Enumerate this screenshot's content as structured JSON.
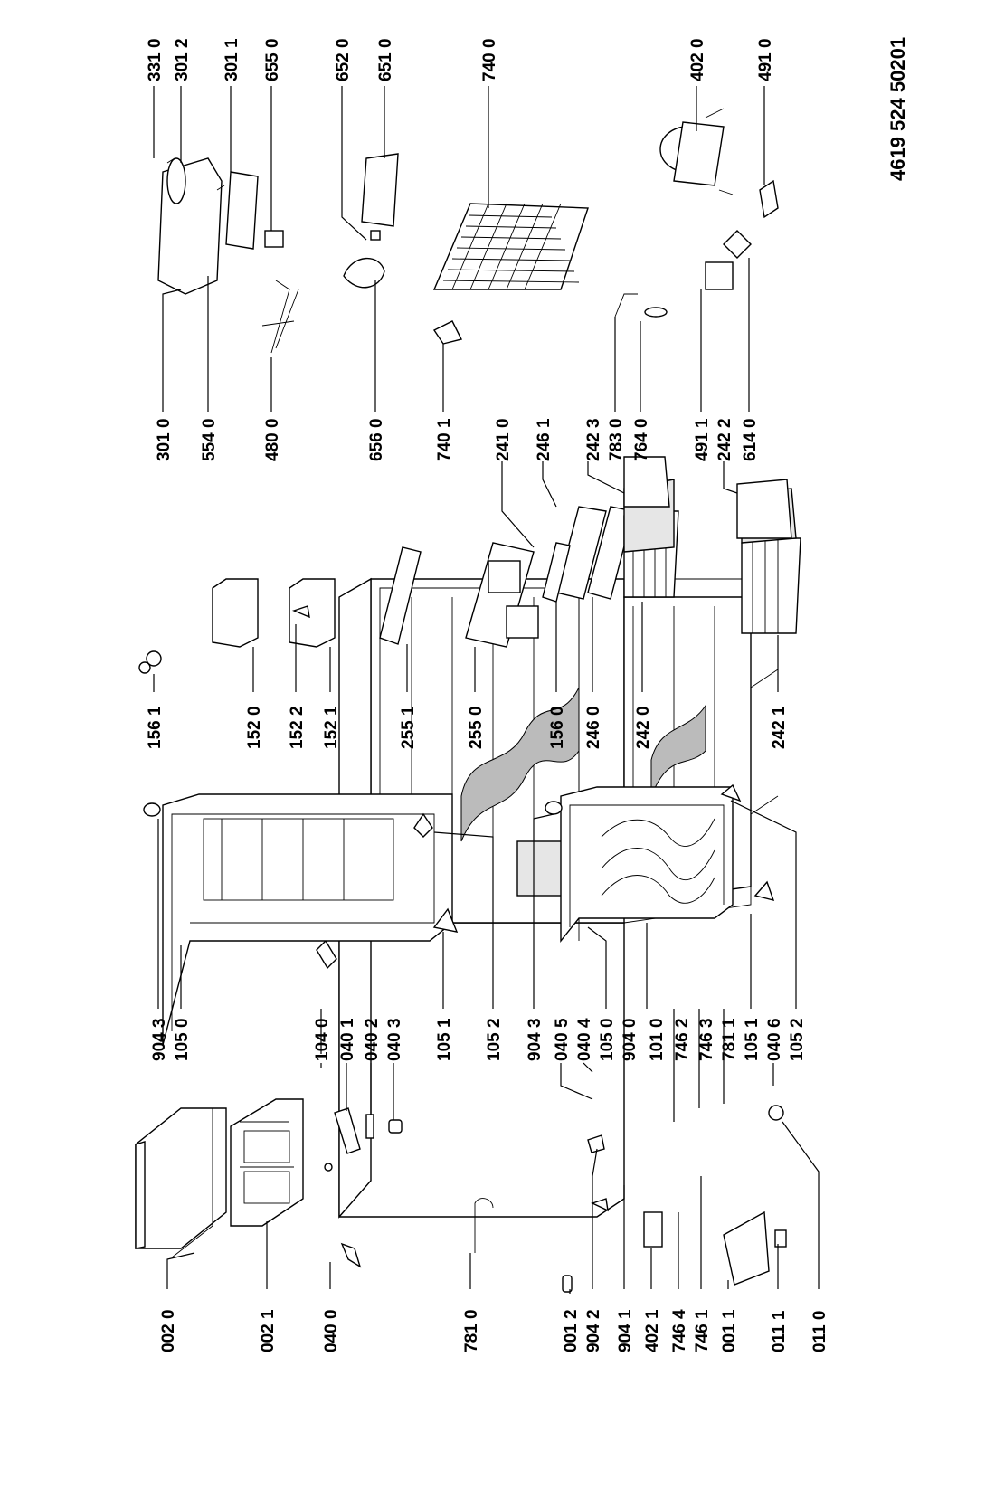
{
  "document_number": "4619 524 50201",
  "labels": {
    "l_002_0": "002 0",
    "l_002_1": "002 1",
    "l_040_0": "040 0",
    "l_781_0": "781 0",
    "l_001_2": "001 2",
    "l_904_2": "904 2",
    "l_904_1": "904 1",
    "l_402_1": "402 1",
    "l_746_4": "746 4",
    "l_746_1": "746 1",
    "l_001_1": "001 1",
    "l_011_1": "011 1",
    "l_011_0": "011 0",
    "l_904_3a": "904 3",
    "l_105_0a": "105 0",
    "l_104_0": "104 0",
    "l_040_1": "040 1",
    "l_040_2": "040 2",
    "l_040_3": "040 3",
    "l_105_1a": "105 1",
    "l_105_2a": "105 2",
    "l_904_3b": "904 3",
    "l_040_5": "040 5",
    "l_040_4": "040 4",
    "l_105_0b": "105 0",
    "l_904_0": "904 0",
    "l_101_0": "101 0",
    "l_746_2": "746 2",
    "l_746_3": "746 3",
    "l_781_1": "781 1",
    "l_105_1b": "105 1",
    "l_040_6": "040 6",
    "l_105_2b": "105 2",
    "l_156_1": "156 1",
    "l_152_0": "152 0",
    "l_152_2": "152 2",
    "l_152_1": "152 1",
    "l_255_1": "255 1",
    "l_255_0": "255 0",
    "l_156_0": "156 0",
    "l_246_0": "246 0",
    "l_242_0": "242 0",
    "l_242_1": "242 1",
    "l_301_0": "301 0",
    "l_554_0": "554 0",
    "l_480_0": "480 0",
    "l_656_0": "656 0",
    "l_740_1": "740 1",
    "l_241_0": "241 0",
    "l_246_1": "246 1",
    "l_242_3": "242 3",
    "l_783_0": "783 0",
    "l_764_0": "764 0",
    "l_491_1": "491 1",
    "l_242_2": "242 2",
    "l_614_0": "614 0",
    "l_331_0": "331 0",
    "l_301_2": "301 2",
    "l_301_1": "301 1",
    "l_655_0": "655 0",
    "l_652_0": "652 0",
    "l_651_0": "651 0",
    "l_740_0": "740 0",
    "l_402_0": "402 0",
    "l_491_0": "491 0"
  }
}
